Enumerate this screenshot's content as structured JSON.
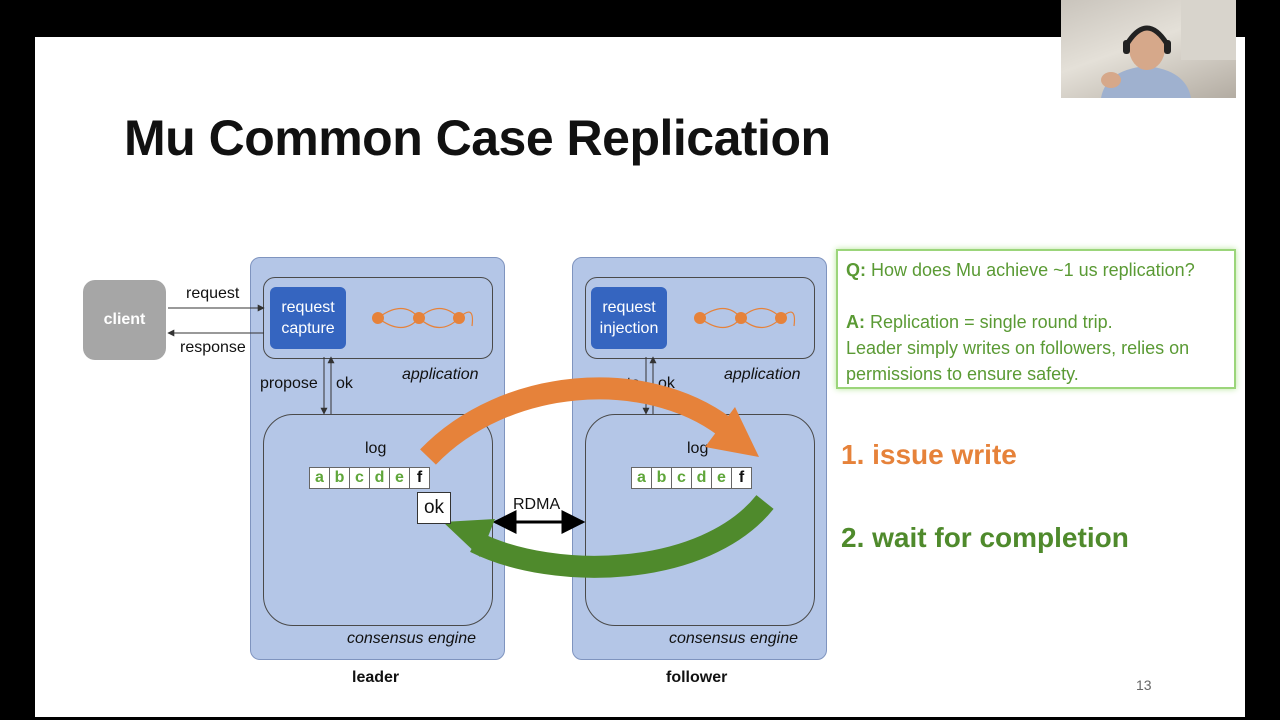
{
  "slide": {
    "title": "Mu Common Case Replication",
    "page_number": "13"
  },
  "diagram": {
    "client": "client",
    "request_label": "request",
    "response_label": "response",
    "leader": {
      "node_label": "leader",
      "button": "request capture",
      "application_label": "application",
      "propose_label": "propose",
      "ok_label": "ok",
      "log_label": "log",
      "engine_label": "consensus engine",
      "ok_box": "ok"
    },
    "follower": {
      "node_label": "follower",
      "button": "request injection",
      "application_label": "application",
      "execute_label": "execute",
      "ok_label": "ok",
      "log_label": "log",
      "engine_label": "consensus engine"
    },
    "log_entries": [
      "a",
      "b",
      "c",
      "d",
      "e",
      "f"
    ],
    "rdma_label": "RDMA"
  },
  "qa": {
    "q_prefix": "Q:",
    "q_text": "How does Mu achieve ~1 us replication?",
    "a_prefix": "A:",
    "a_line1": "Replication = single round trip.",
    "a_line2": "Leader simply writes on followers, relies on permissions to ensure safety."
  },
  "steps": {
    "step1": "1. issue write",
    "step2": "2. wait for completion"
  },
  "colors": {
    "orange": "#e6823a",
    "green": "#4f8a2c",
    "node_blue": "#b4c6e7",
    "button_blue": "#3565c0"
  }
}
